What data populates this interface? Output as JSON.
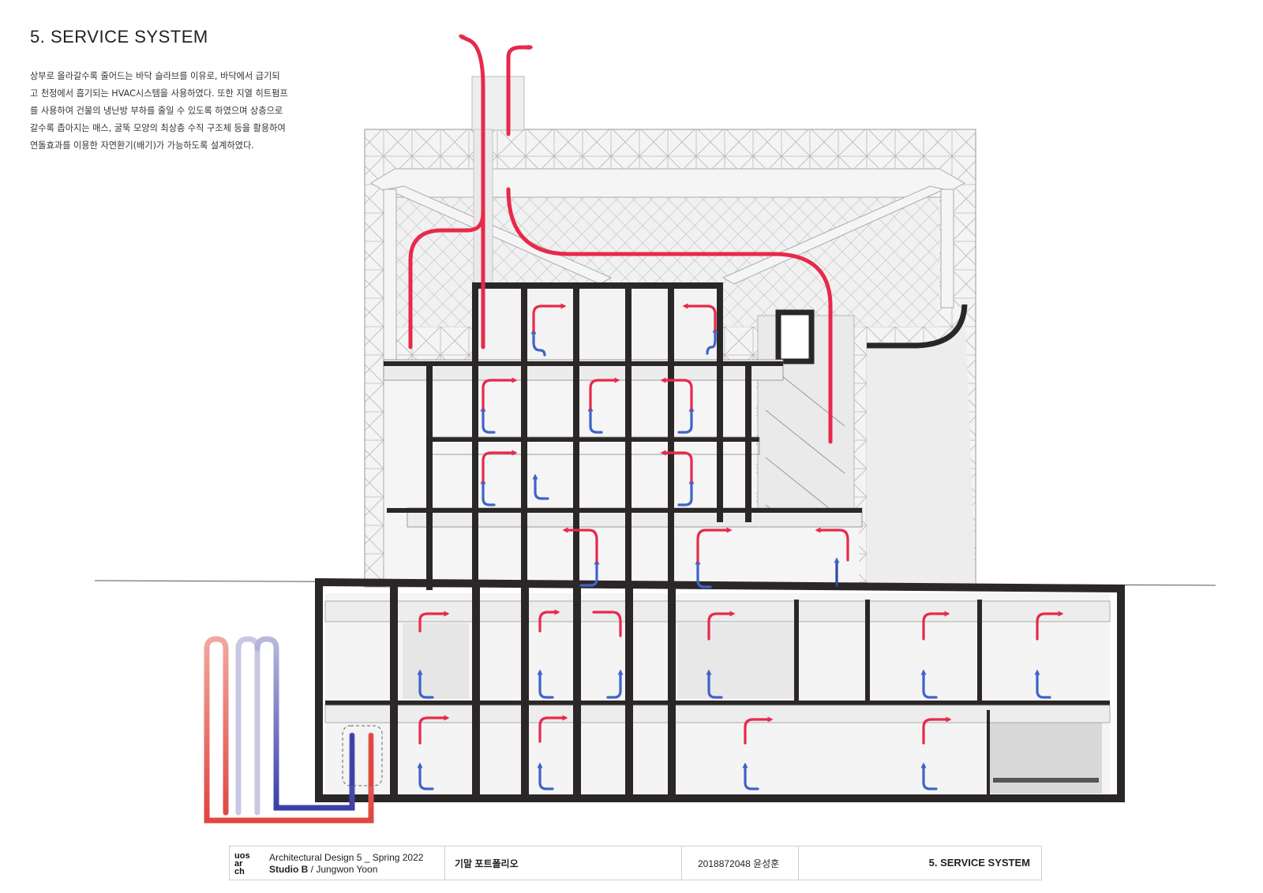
{
  "page": {
    "title": "5. SERVICE SYSTEM",
    "description_lines": [
      "상부로 올라갈수록 줄어드는 바닥 슬라브를 이유로, 바닥에서 급기되",
      "고 천정에서 흡기되는 HVAC시스템을 사용하였다. 또한 지열 히트펌프",
      "를 사용하여 건물의 냉난방 부하를 줄일 수 있도록 하였으며 상층으로",
      "갈수록 좁아지는 매스, 굴뚝 모양의 최상층 수직 구조체 등을 활용하여",
      "연돌효과를 이용한 자연환기(배기)가 가능하도록 설계하였다."
    ]
  },
  "diagram": {
    "colors": {
      "exhaust_red": "#e8294a",
      "supply_blue": "#3f63c8",
      "structure": "#2b2726",
      "geothermal_red": "#e0453f",
      "geothermal_blue": "#3b3fa8"
    }
  },
  "footer": {
    "logo_lines": [
      "uos",
      "ar",
      "ch"
    ],
    "course": "Architectural Design 5 _ Spring 2022",
    "studio_bold": "Studio B",
    "studio_rest": " / Jungwon Yoon",
    "portfolio": "기말 포트폴리오",
    "student": "2018872048 윤성훈",
    "section": "5. SERVICE SYSTEM"
  }
}
